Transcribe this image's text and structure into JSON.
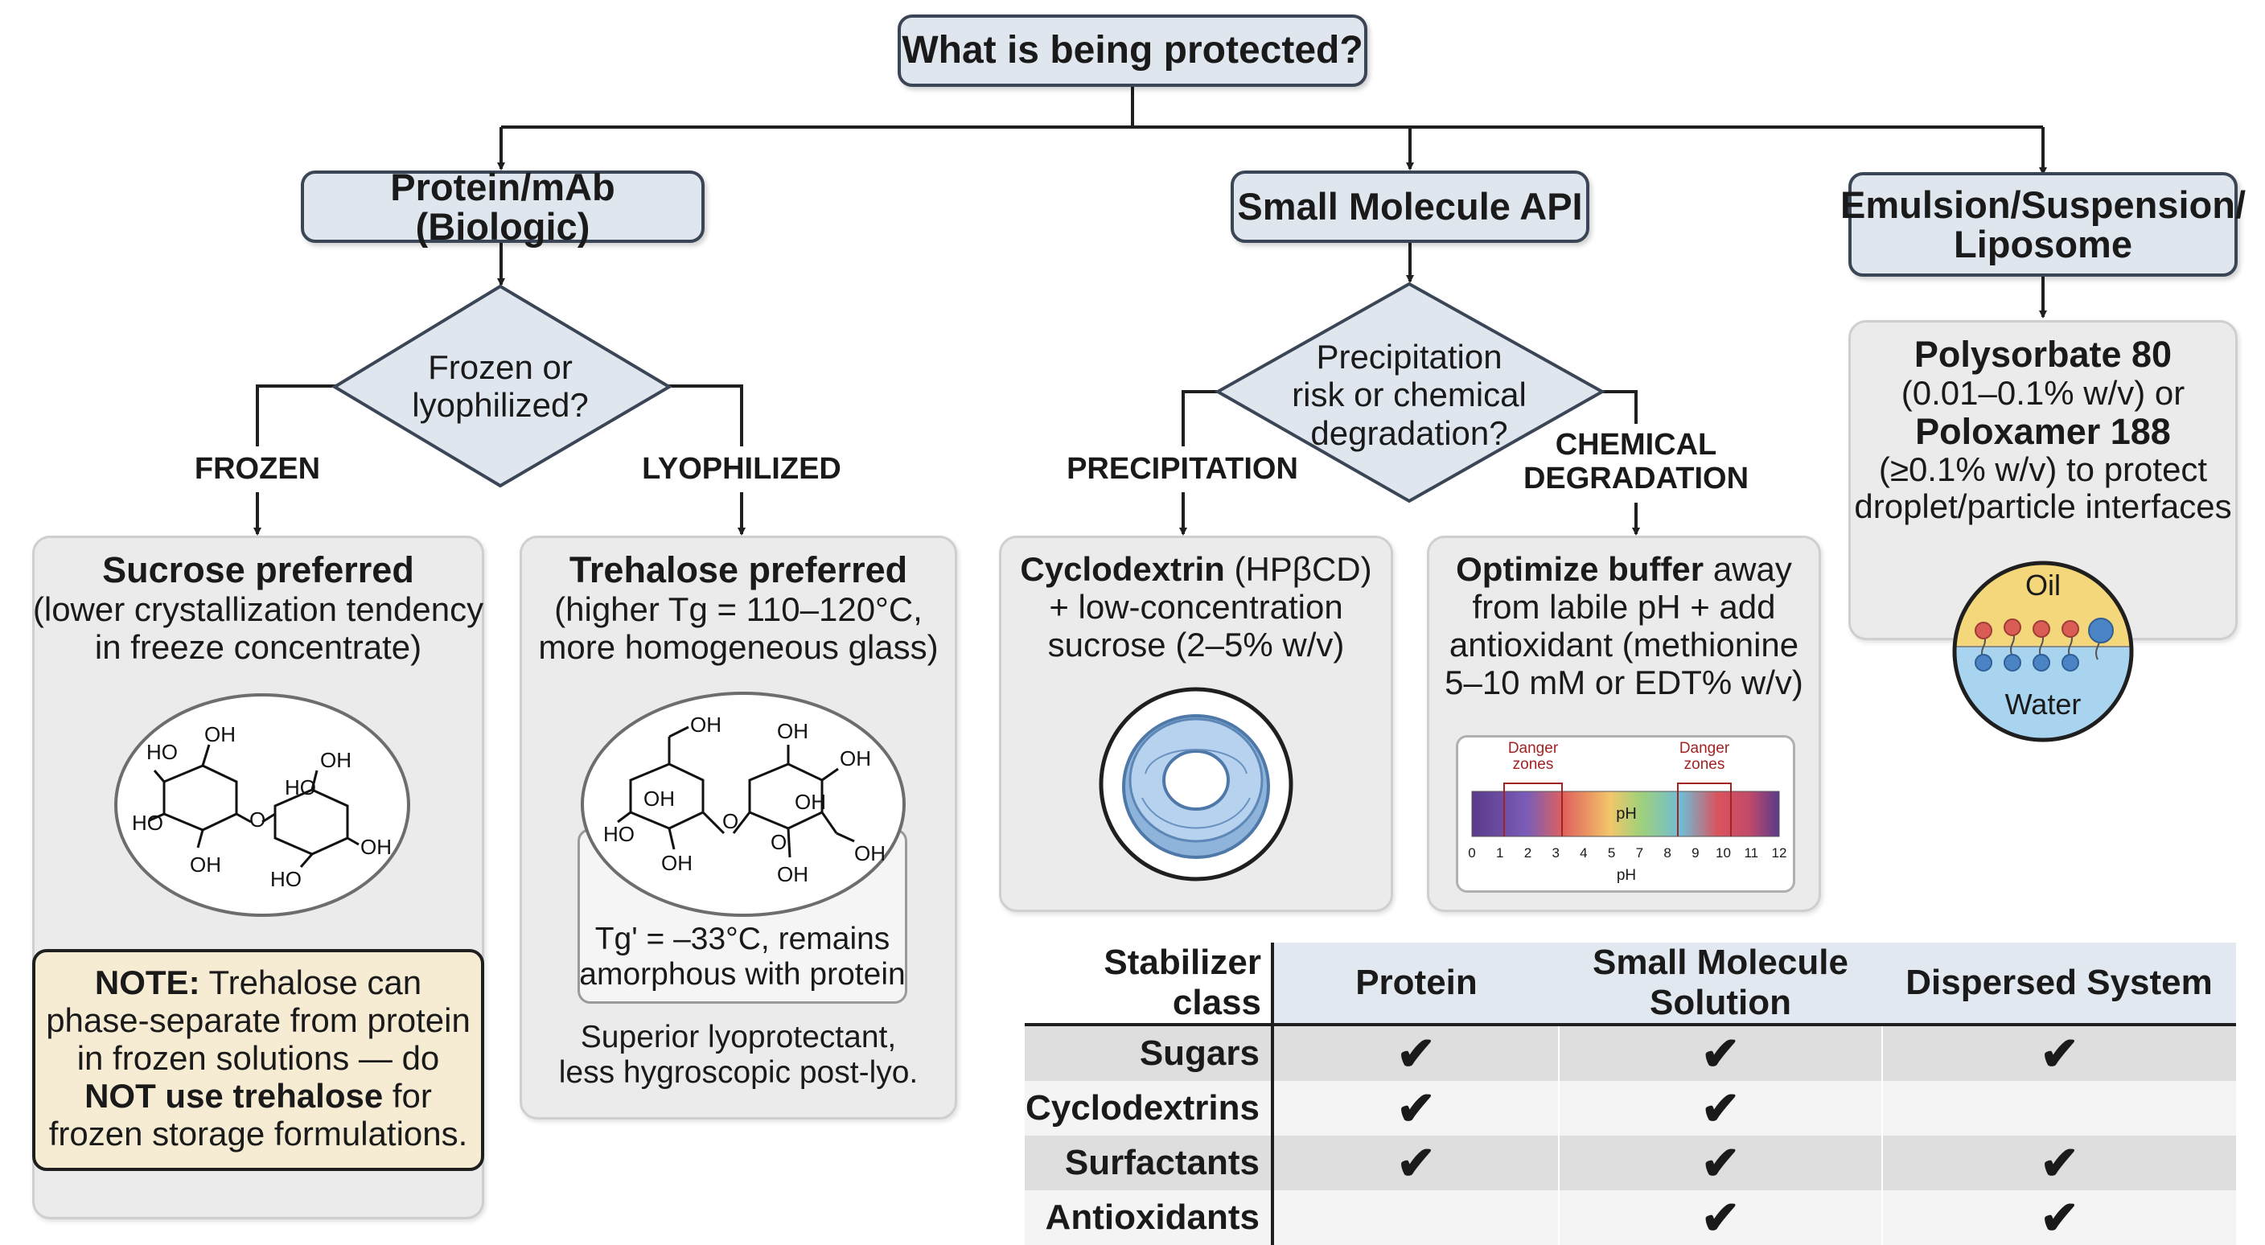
{
  "root": {
    "label": "What is being protected?"
  },
  "categories": {
    "protein": "Protein/mAb (Biologic)",
    "small_molecule": "Small Molecule API",
    "dispersed_line1": "Emulsion/Suspension/",
    "dispersed_line2": "Liposome"
  },
  "decisions": {
    "protein_line1": "Frozen or",
    "protein_line2": "lyophilized?",
    "sm_line1": "Precipitation",
    "sm_line2": "risk or chemical",
    "sm_line3": "degradation?"
  },
  "branch_labels": {
    "frozen": "FROZEN",
    "lyophilized": "LYOPHILIZED",
    "precipitation": "PRECIPITATION",
    "chemical_line1": "CHEMICAL",
    "chemical_line2": "DEGRADATION"
  },
  "sucrose_panel": {
    "title": "Sucrose preferred",
    "line1": "(lower crystallization tendency",
    "line2": "in freeze concentrate)",
    "structure_labels": {
      "a": "HO",
      "b": "OH",
      "c": "HO",
      "d": "OH",
      "e": "HO",
      "f": "OH",
      "g": "OH",
      "h": "HO",
      "i": "O"
    }
  },
  "note": {
    "bold1": "NOTE:",
    "text1": "Trehalose can phase-separate from protein in frozen solutions — do",
    "bold2": "NOT use trehalose",
    "text2": "for frozen storage formulations."
  },
  "trehalose_panel": {
    "title": "Trehalose preferred",
    "line1": "(higher Tg = 110–120°C,",
    "line2": "more homogeneous glass)",
    "caption_line1": "Tg' = –33°C, remains",
    "caption_line2": "amorphous with protein",
    "footer_line1": "Superior lyoprotectant,",
    "footer_line2": "less hygroscopic post-lyo.",
    "structure_labels": {
      "a": "OH",
      "b": "OH",
      "c": "OH",
      "d": "OH",
      "e": "OH",
      "f": "HO",
      "g": "OH",
      "h": "OH",
      "i": "OH",
      "j": "O",
      "k": "O"
    }
  },
  "cyclodextrin_panel": {
    "bold": "Cyclodextrin",
    "line1_rest": "(HPβCD)",
    "line2": "+ low-concentration",
    "line3": "sucrose (2–5% w/v)"
  },
  "buffer_panel": {
    "bold": "Optimize buffer",
    "line1_rest": "away",
    "line2": "from labile pH + add",
    "line3": "antioxidant (methionine",
    "line4": "5–10 mM or EDT% w/v)",
    "danger_label_line1": "Danger",
    "danger_label_line2": "zones",
    "bar_label": "pH",
    "axis_title": "pH",
    "ticks": [
      "0",
      "1",
      "2",
      "3",
      "4",
      "5",
      "7",
      "8",
      "9",
      "10",
      "11",
      "12"
    ]
  },
  "dispersed_panel": {
    "bold1": "Polysorbate 80",
    "line2": "(0.01–0.1% w/v) or",
    "bold2": "Poloxamer 188",
    "line4": "(≥0.1% w/v) to protect",
    "line5": "droplet/particle interfaces",
    "oil_label": "Oil",
    "water_label": "Water"
  },
  "matrix": {
    "headers": [
      "Stabilizer class",
      "Protein",
      "Small Molecule Solution",
      "Dispersed System"
    ],
    "check_symbol": "✔",
    "rows": [
      {
        "label": "Sugars",
        "checks": [
          true,
          true,
          true
        ]
      },
      {
        "label": "Cyclodextrins",
        "checks": [
          true,
          true,
          false
        ]
      },
      {
        "label": "Surfactants",
        "checks": [
          true,
          true,
          true
        ]
      },
      {
        "label": "Antioxidants",
        "checks": [
          false,
          true,
          true
        ]
      }
    ]
  },
  "colors": {
    "node_fill": "#dfe6ee",
    "node_border": "#3a4656",
    "panel_fill": "#ebebeb",
    "note_fill": "#f6ecd4",
    "oil": "#f4d77a",
    "water": "#a9d4ef",
    "danger": "#a32222"
  }
}
